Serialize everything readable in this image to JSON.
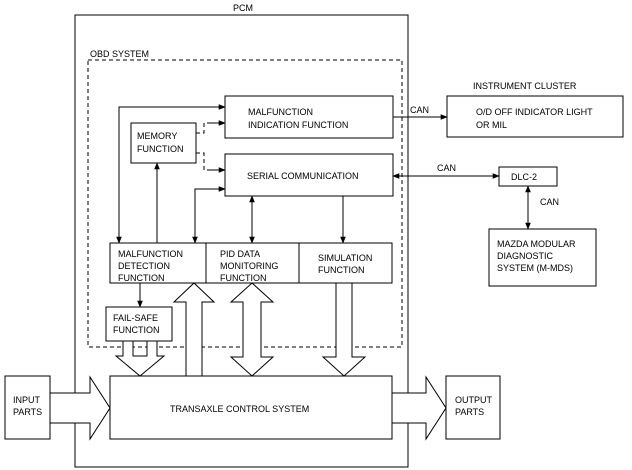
{
  "pcm": {
    "label": "PCM"
  },
  "obd": {
    "label": "OBD SYSTEM"
  },
  "malfunction_indication": {
    "lines": [
      "MALFUNCTION",
      "INDICATION FUNCTION"
    ]
  },
  "memory": {
    "lines": [
      "MEMORY",
      "FUNCTION"
    ]
  },
  "serial_comm": {
    "label": "SERIAL COMMUNICATION"
  },
  "malfunction_detection": {
    "lines": [
      "MALFUNCTION",
      "DETECTION",
      "FUNCTION"
    ]
  },
  "pid": {
    "lines": [
      "PID DATA",
      "MONITORING",
      "FUNCTION"
    ]
  },
  "simulation": {
    "lines": [
      "SIMULATION",
      "FUNCTION"
    ]
  },
  "failsafe": {
    "lines": [
      "FAIL-SAFE",
      "FUNCTION"
    ]
  },
  "instrument_cluster": {
    "title": "INSTRUMENT CLUSTER",
    "lines": [
      "O/D OFF INDICATOR LIGHT",
      "OR MIL"
    ]
  },
  "dlc": {
    "label": "DLC-2"
  },
  "mmds": {
    "lines": [
      "MAZDA MODULAR",
      "DIAGNOSTIC",
      "SYSTEM (M-MDS)"
    ]
  },
  "transaxle": {
    "label": "TRANSAXLE CONTROL SYSTEM"
  },
  "input_parts": {
    "lines": [
      "INPUT",
      "PARTS"
    ]
  },
  "output_parts": {
    "lines": [
      "OUTPUT",
      "PARTS"
    ]
  },
  "can_labels": {
    "cluster": "CAN",
    "dlc": "CAN",
    "mmds": "CAN"
  }
}
